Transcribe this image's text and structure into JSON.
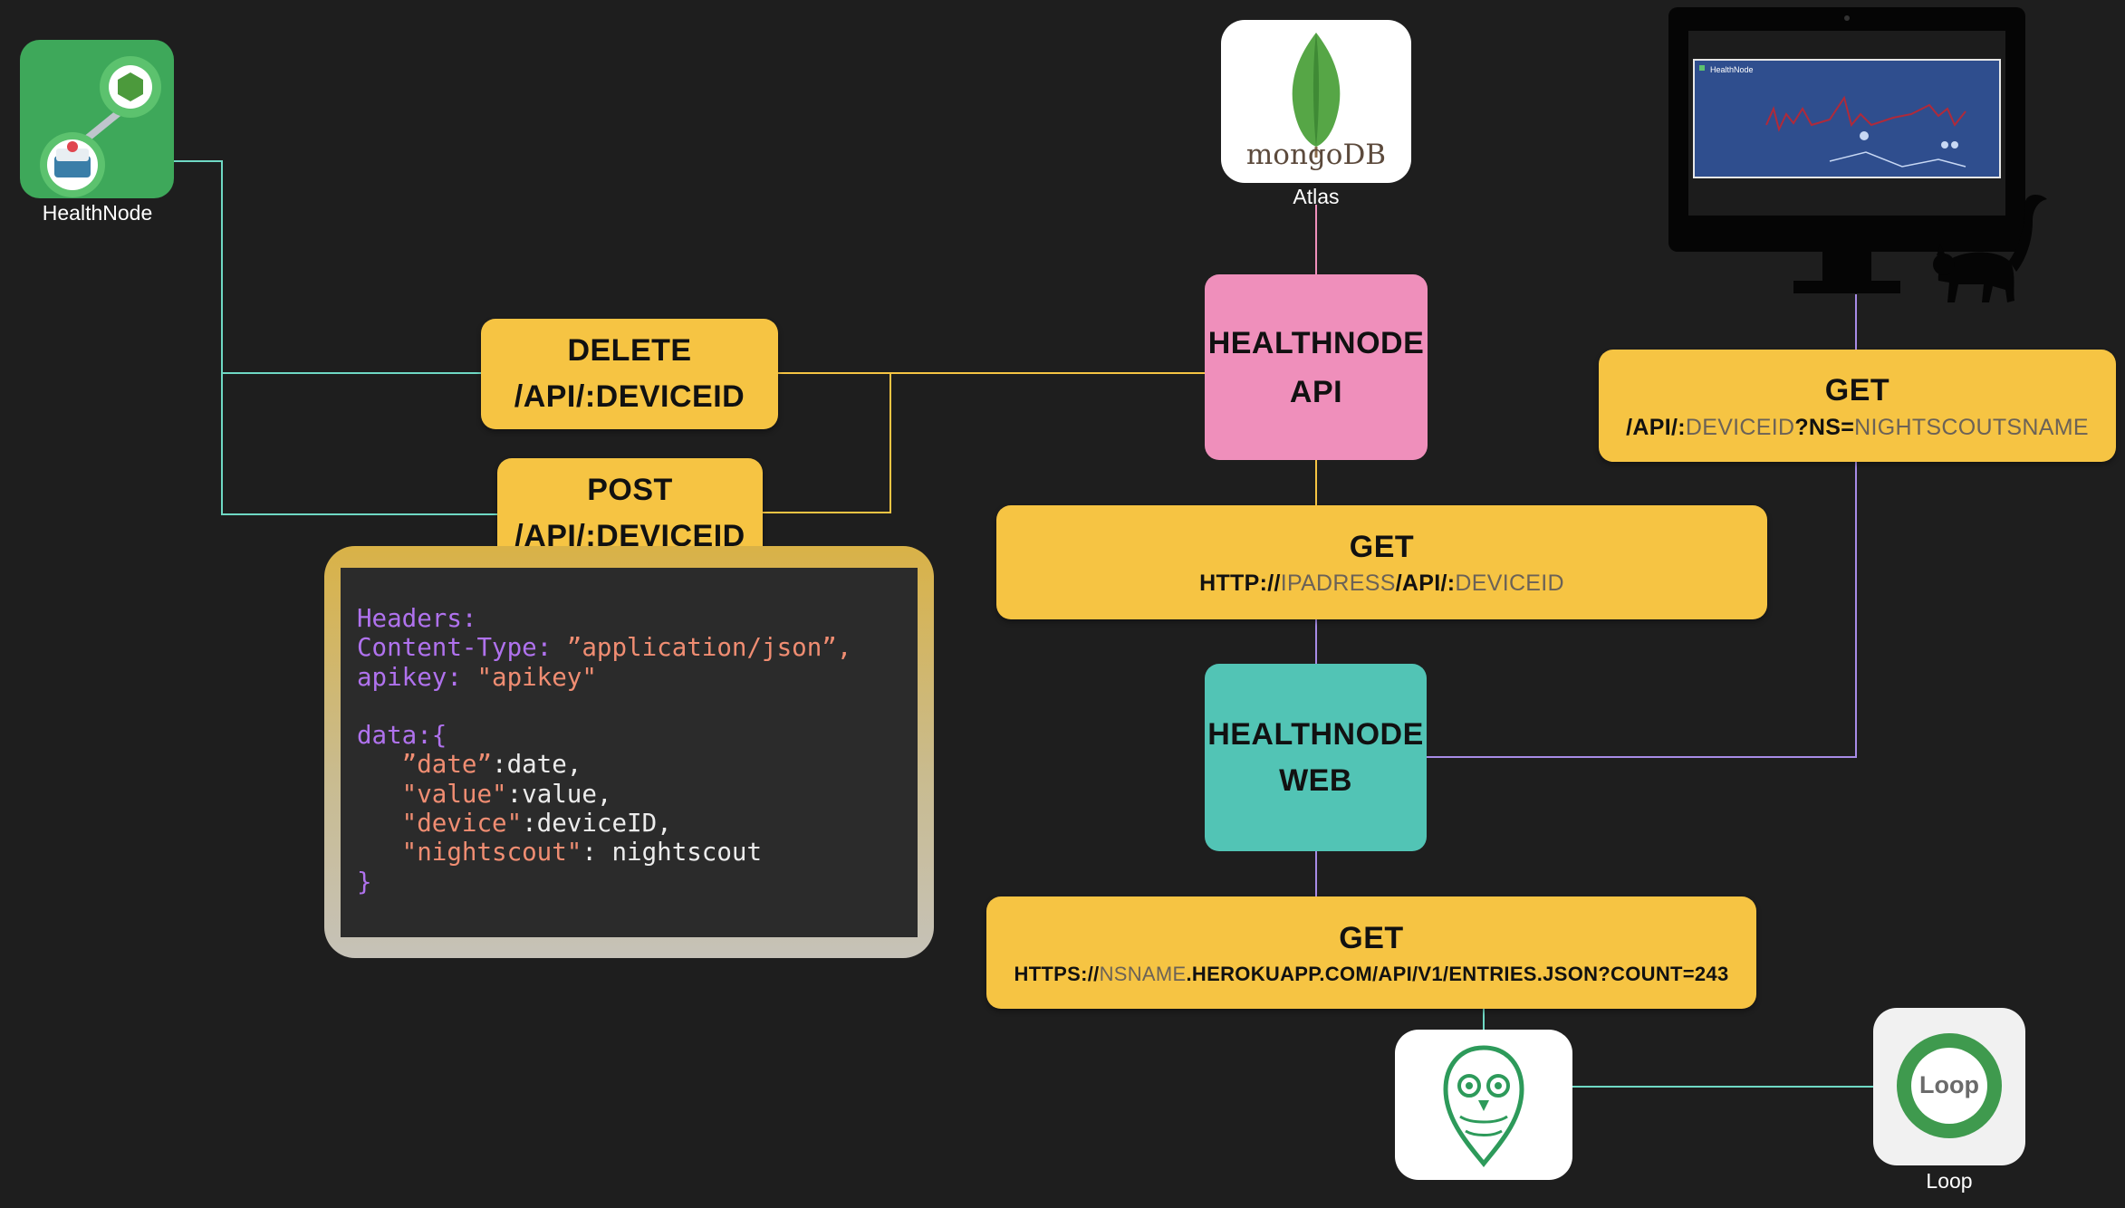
{
  "nodes": {
    "healthnode_app": {
      "label": "HealthNode",
      "icon": "healthnode-app-icon"
    },
    "mongodb": {
      "logo_text": "mongoDB",
      "label": "Atlas",
      "icon": "mongodb-leaf-icon"
    },
    "api": {
      "line1": "HEALTHNODE",
      "line2": "API",
      "color": "#ef8fbb"
    },
    "web": {
      "line1": "HEALTHNODE",
      "line2": "WEB",
      "color": "#52c4b5"
    },
    "nightscout": {
      "icon": "nightscout-owl-icon"
    },
    "loop": {
      "logo_text": "Loop",
      "label": "Loop",
      "icon": "loop-ring-icon"
    },
    "monitor": {
      "icon": "monitor-icon",
      "screen_title": "HealthNode",
      "decoration": "lemur-icon"
    }
  },
  "requests": {
    "delete": {
      "method": "DELETE",
      "path": "/API/:DEVICEID"
    },
    "post": {
      "method": "POST",
      "path": "/API/:DEVICEID"
    },
    "get_web": {
      "method": "GET",
      "p1": "/API/:",
      "p2": "DEVICEID",
      "p3": "?NS=",
      "p4": "NIGHTSCOUTSNAME"
    },
    "get_api": {
      "method": "GET",
      "p1": "HTTP://",
      "p2": "IPADRESS",
      "p3": "/API/:",
      "p4": "DEVICEID"
    },
    "get_ns": {
      "method": "GET",
      "p1": "HTTPS://",
      "p2": "NSNAME",
      "p3": ".HEROKUAPP.COM/API/V1/ENTRIES.JSON?COUNT=243"
    }
  },
  "payload": {
    "headers_key": "Headers:",
    "content_type_key": "Content-Type: ",
    "content_type_val": "”application/json”,",
    "apikey_key": "apikey: ",
    "apikey_val": "\"apikey\"",
    "data_open": "data:{",
    "indent": "   ",
    "date_key": "”date”",
    "date_val": ":date,",
    "value_key": "\"value\"",
    "value_val": ":value,",
    "device_key": "\"device\"",
    "device_val": ":deviceID,",
    "ns_key": "\"nightscout\"",
    "ns_val": ": nightscout",
    "data_close": "}"
  },
  "colors": {
    "background": "#1e1e1e",
    "request_box": "#f6c443",
    "wire_teal": "#6fd9c4",
    "wire_yellow": "#f6c443",
    "wire_pink": "#ef8fbb",
    "wire_purple": "#a78be6"
  }
}
